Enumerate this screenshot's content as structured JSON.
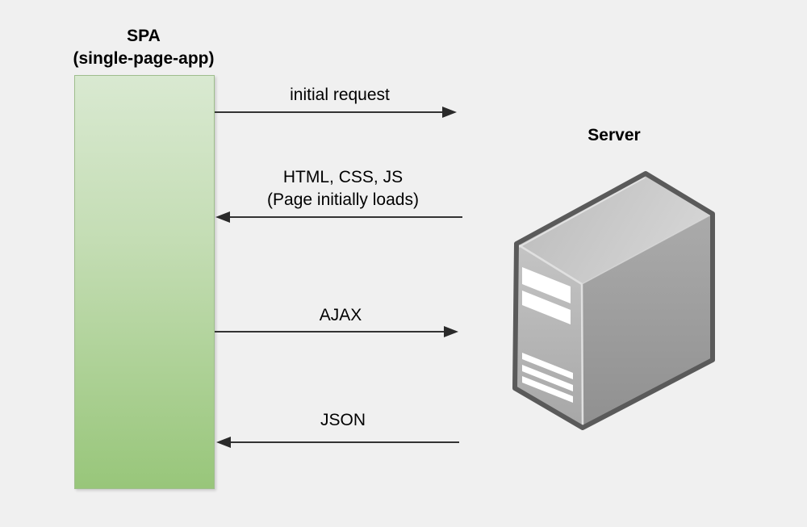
{
  "canvas": {
    "background_color": "#f0f0f0",
    "text_color": "#000000",
    "arrow_color": "#333333"
  },
  "spa": {
    "title": "SPA",
    "subtitle": "(single-page-app)",
    "box_fill_top": "#d9e9d1",
    "box_fill_bottom": "#98c67a",
    "box_stroke": "#9fbe8d"
  },
  "server": {
    "label": "Server",
    "icon": "server-tower-icon",
    "outline_color": "#5a5a5a",
    "face_top_color": "#c9c9c9",
    "face_left_color": "#b3b3b3",
    "face_right_color": "#9c9c9c",
    "stripe_color": "#ffffff"
  },
  "messages": [
    {
      "label": "initial request",
      "from": "spa",
      "to": "server",
      "direction": "right"
    },
    {
      "label": "HTML, CSS, JS",
      "label_line2": "(Page initially loads)",
      "from": "server",
      "to": "spa",
      "direction": "left"
    },
    {
      "label": "AJAX",
      "from": "spa",
      "to": "server",
      "direction": "right"
    },
    {
      "label": "JSON",
      "from": "server",
      "to": "spa",
      "direction": "left"
    }
  ]
}
